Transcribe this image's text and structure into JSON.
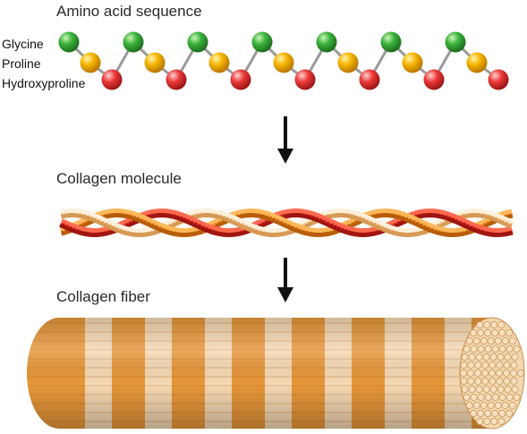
{
  "sections": {
    "amino_acid_title": "Amino acid sequence",
    "molecule_title": "Collagen molecule",
    "fiber_title": "Collagen fiber"
  },
  "legend": [
    {
      "label": "Glycine",
      "color": "#3aa23a"
    },
    {
      "label": "Proline",
      "color": "#f4b400"
    },
    {
      "label": "Hydroxyproline",
      "color": "#e83a3a"
    }
  ],
  "colors": {
    "arrow": "#111111",
    "helix_red": "#e0241b",
    "helix_orange": "#f08a1c",
    "helix_light": "#f6c48a",
    "fiber_orange": "#e8973a",
    "fiber_light": "#f6d9b4"
  }
}
